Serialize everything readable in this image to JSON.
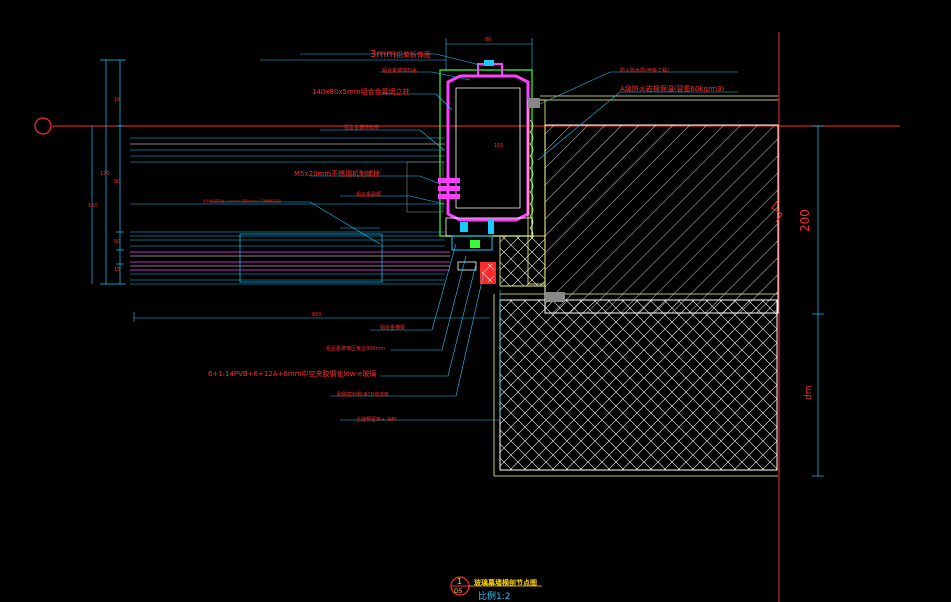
{
  "labels": [
    {
      "id": "l1",
      "text": "3mm铝单板饰面"
    },
    {
      "id": "l2",
      "text": "铝合金装饰扣盖"
    },
    {
      "id": "l3",
      "text": "140x80x5mm铝合金幕墙立柱"
    },
    {
      "id": "l4",
      "text": "铝合金装饰扣条"
    },
    {
      "id": "l5",
      "text": "M5x20mm不锈钢机制螺栓"
    },
    {
      "id": "l6",
      "text": "铝合金副框"
    },
    {
      "id": "l7",
      "text": "铝合金固定压块 L=150mm,间距300mm,不锈钢螺钉固定"
    },
    {
      "id": "l8",
      "text": "铝合金横梁"
    },
    {
      "id": "l9",
      "text": "铝合金玻璃压板@300mm"
    },
    {
      "id": "l10",
      "text": "6+1.14PVB+6+12A+6mm中空夹胶钢化low-e玻璃"
    },
    {
      "id": "l11",
      "text": "耐候密封胶,Φ18泡沫条"
    },
    {
      "id": "l12",
      "text": "土建预留条+ 涂料"
    },
    {
      "id": "r1",
      "text": "防火防水层(甲级工程)"
    },
    {
      "id": "r2",
      "text": "A级防火岩棉保温(容重60kg/m3)"
    }
  ],
  "dims": {
    "top": "80",
    "left_a": "18",
    "left_b": "90",
    "left_c": "170",
    "left_d": "150",
    "left_e": "50",
    "left_f": "15",
    "bottom": "600",
    "inner": "165",
    "right_a": "200",
    "right_b": "dm"
  },
  "title": {
    "name": "玻璃幕墙横剖节点图",
    "scale": "比例1:2",
    "num_top": "1",
    "num_bottom": "D5"
  },
  "colors": {
    "background": "#000000",
    "label": "#ff2a2a",
    "dimension": "#19c9ff",
    "frame": "#ff3fff",
    "structure": "#ffffff",
    "insulation": "#ffff7a",
    "glass": "#33ff33",
    "title": "#ffd200"
  }
}
